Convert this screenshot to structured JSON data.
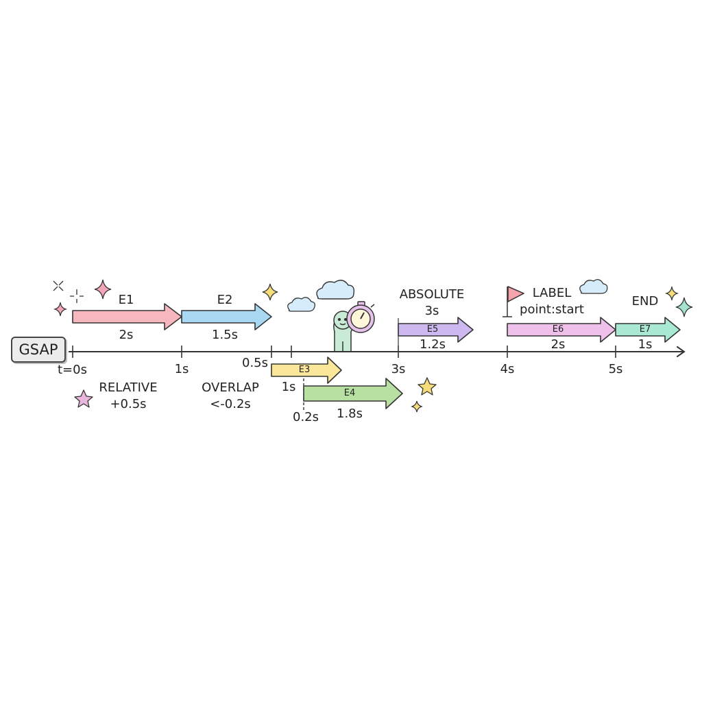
{
  "badge": "GSAP",
  "ticks": {
    "t0": "t=0s",
    "t1": "1s",
    "t05": "0.5s",
    "t3": "3s",
    "t4": "4s",
    "t5": "5s"
  },
  "tweens": [
    {
      "id": "E1",
      "name": "E1",
      "duration_label": "2s",
      "color": "#f7b7bf"
    },
    {
      "id": "E2",
      "name": "E2",
      "duration_label": "1.5s",
      "color": "#a9d8f3"
    },
    {
      "id": "E3",
      "name": "E3",
      "duration_label": "1s",
      "color": "#fbe79a"
    },
    {
      "id": "E4",
      "name": "E4",
      "duration_label": "1.8s",
      "color": "#b7e0a2"
    },
    {
      "id": "E5",
      "name": "E5",
      "duration_label": "1.2s",
      "color": "#cdb8f0"
    },
    {
      "id": "E6",
      "name": "E6",
      "duration_label": "2s",
      "color": "#eec0ea"
    },
    {
      "id": "E7",
      "name": "E7",
      "duration_label": "1s",
      "color": "#a9e9d3"
    }
  ],
  "annotations": {
    "relative_title": "RELATIVE",
    "relative_value": "+0.5s",
    "overlap_title": "OVERLAP",
    "overlap_value": "<-0.2s",
    "overlap_gap": "0.2s",
    "absolute_title": "ABSOLUTE",
    "absolute_value": "3s",
    "label_title": "LABEL",
    "label_value": "point:start",
    "end_title": "END"
  },
  "colors": {
    "stroke": "#333333",
    "sparkle_pink": "#f4a6b8",
    "sparkle_yellow": "#f7dc7a",
    "sparkle_mint": "#a6e3cf",
    "cloud_blue": "#d7ecfa",
    "character": "#c9ebd6",
    "stopwatch": "#e6c2ea",
    "flag": "#f4a3ad"
  },
  "icons": [
    "sparkle-icon",
    "star-icon",
    "cloud-icon",
    "flag-icon",
    "stopwatch-icon",
    "character-icon"
  ]
}
